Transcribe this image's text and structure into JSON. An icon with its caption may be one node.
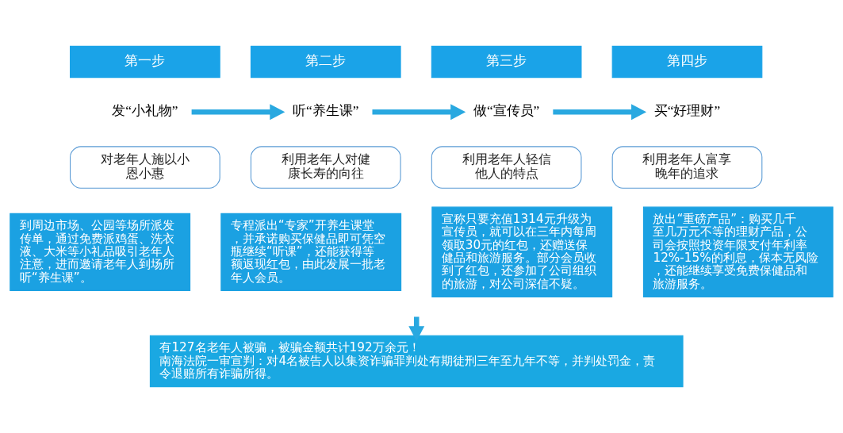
{
  "diagram": {
    "nodes": [
      {
        "text": [
          "第一步"
        ]
      },
      {
        "text": [
          "发“小礼物”"
        ]
      },
      {
        "text": [
          "对老年人施以小恩小惠"
        ]
      },
      {
        "text": [
          "到周边市场、公园等场所派发传单，通过免费派鸡蛋、洗衣液、大米等小礼品吸引老年人注意，进而邀请老年人到场所听“养生课”。"
        ]
      },
      {
        "text": [
          "第二步"
        ]
      },
      {
        "text": [
          "听“养生课”"
        ]
      },
      {
        "text": [
          "利用老年人对健康长寿的向往"
        ]
      },
      {
        "text": [
          "专程派出“专家”开养生课堂，并承诺购买保健品即可凭空瓶继续“听课”，还能获得等额返现红包，由此发展一批老年人会员。"
        ]
      },
      {
        "text": [
          "第三步"
        ]
      },
      {
        "text": [
          "做“宣传员”"
        ]
      },
      {
        "text": [
          "利用老年人轻信他人的特点"
        ]
      },
      {
        "text": [
          "宣称只要充值1314元升级为宣传员，就可以在三年内每周领取30元的红包，还赠送保健品和旅游服务。部分会员收到了红包，还参加了公司组织的旅游，对公司深信不疑。"
        ]
      },
      {
        "text": [
          "第四步"
        ]
      },
      {
        "text": [
          "买“好理财”"
        ]
      },
      {
        "text": [
          "利用老年人富享晚年的追求"
        ]
      },
      {
        "text": [
          "放出“重磅产品”：购买几千至几万元不等的理财产品，公司会按照投资年限支付年利率12%-15%的利息，保本无风险，还能继续享受免费保健品和旅游服务。"
        ]
      },
      {
        "text": [
          "有127名老年人被骗，被骗金额共计192万余元！",
          "南海法院一审宣判：对4名被告人以集资诈骗罪判处有期徒刑三年至九年不等，并判处罚金，责令退赔所有诈骗所得。"
        ]
      }
    ],
    "edges": [
      {
        "from": 1,
        "to": 5,
        "arrow": "to"
      },
      {
        "from": 5,
        "to": 9,
        "arrow": "to"
      },
      {
        "from": 9,
        "to": 13,
        "arrow": "to"
      },
      {
        "from": null,
        "to": 16,
        "arrow": "to"
      }
    ]
  }
}
